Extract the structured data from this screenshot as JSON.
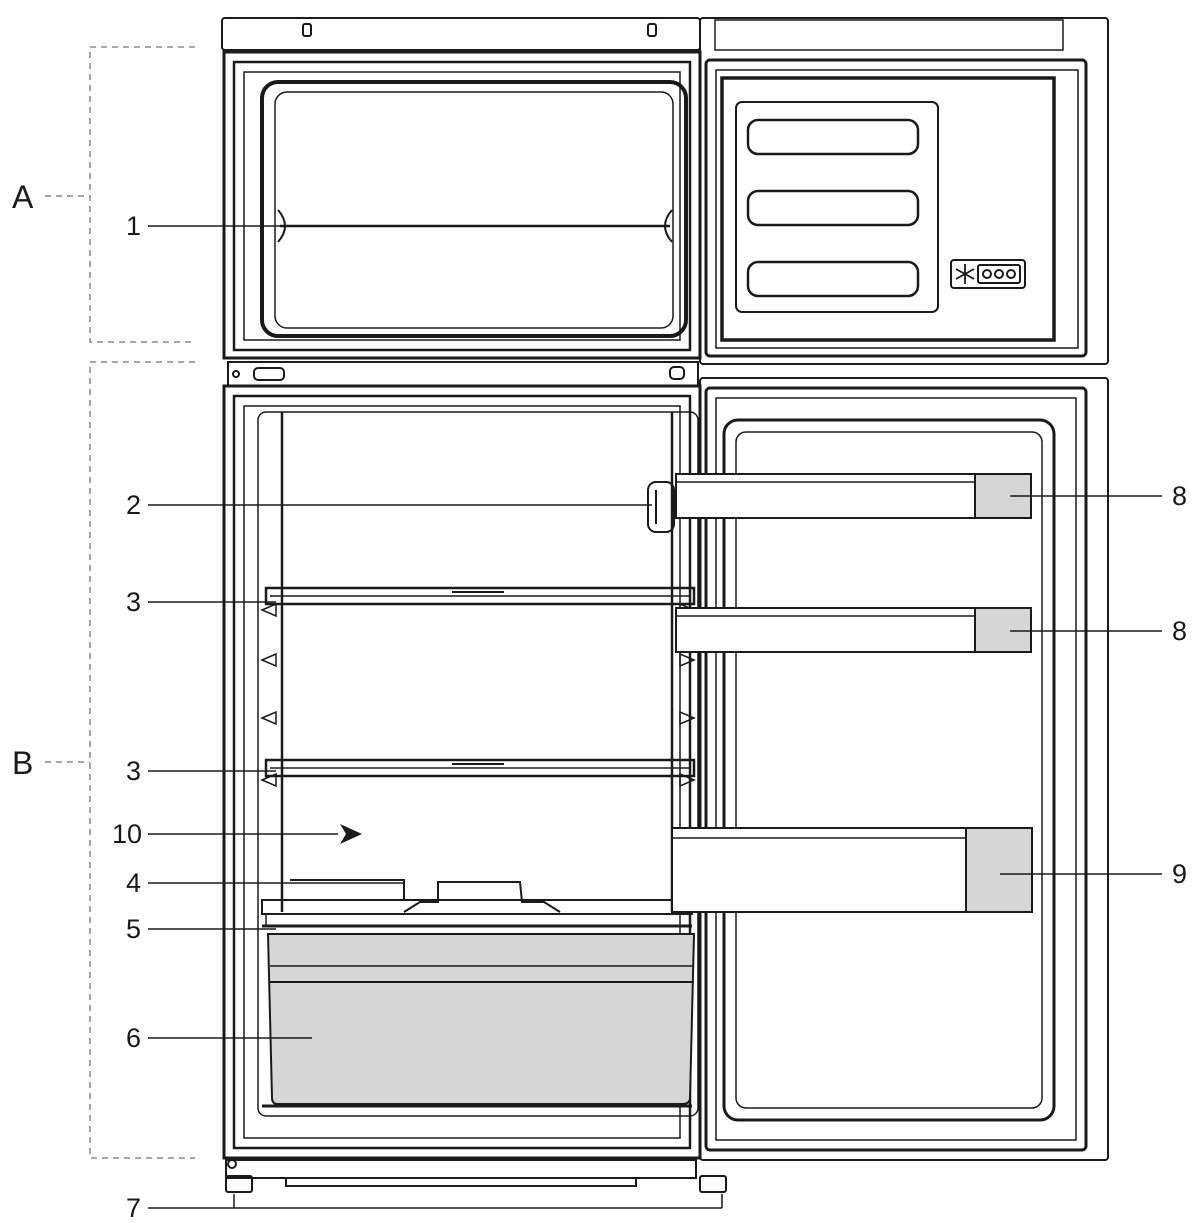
{
  "sections": {
    "a": "A",
    "b": "B"
  },
  "callouts": {
    "c1": "1",
    "c2": "2",
    "c3a": "3",
    "c3b": "3",
    "c4": "4",
    "c5": "5",
    "c6": "6",
    "c7": "7",
    "c8a": "8",
    "c8b": "8",
    "c9": "9",
    "c10": "10"
  },
  "colors": {
    "line": "#1a1a1a",
    "fill_grey": "#d6d6d6",
    "background": "#ffffff"
  }
}
